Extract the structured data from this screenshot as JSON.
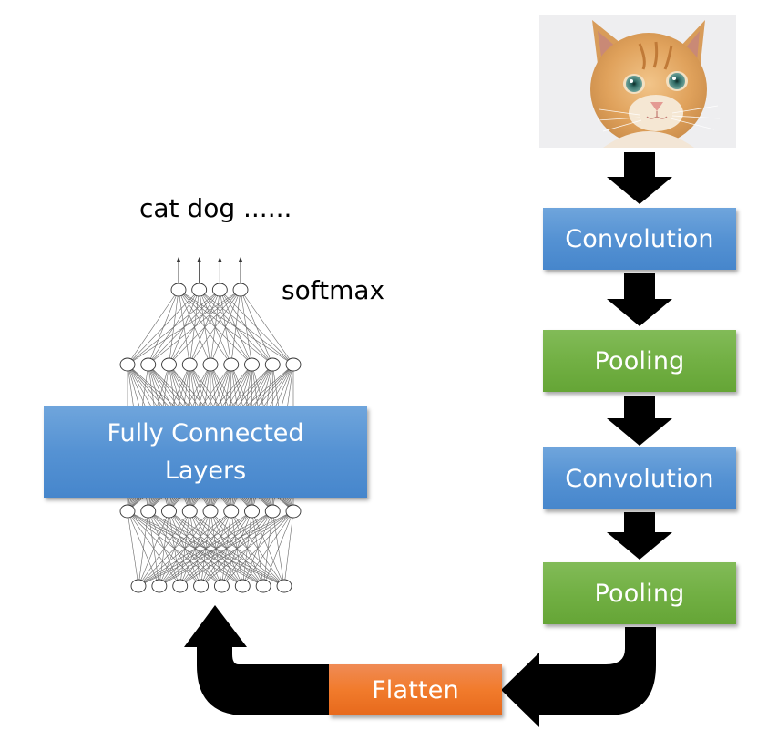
{
  "title": "CNN pipeline diagram",
  "input_image": {
    "subject": "orange tabby kitten",
    "alt": "cat photo"
  },
  "pipeline": [
    {
      "label": "Convolution",
      "color": "#5592d3"
    },
    {
      "label": "Pooling",
      "color": "#72b044"
    },
    {
      "label": "Convolution",
      "color": "#5592d3"
    },
    {
      "label": "Pooling",
      "color": "#72b044"
    }
  ],
  "flatten": {
    "label": "Flatten",
    "color": "#f17b2c"
  },
  "fully_connected": {
    "line1": "Fully Connected",
    "line2": "Layers",
    "color": "#5592d3"
  },
  "outputs_label": "cat dog ......",
  "softmax_label": "softmax",
  "network": {
    "layer_sizes": [
      4,
      9,
      9,
      8
    ]
  }
}
